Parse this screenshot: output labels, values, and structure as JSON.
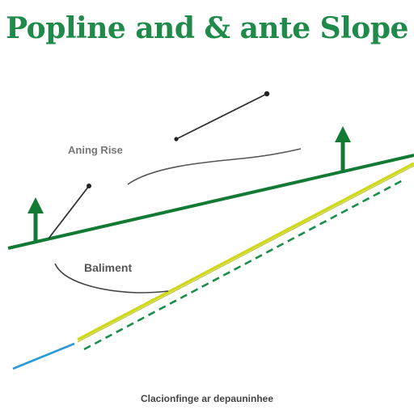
{
  "title": "Popline and & ante Slope",
  "labels": {
    "upper_annotation": "Aning Rise",
    "middle_annotation": "Baliment",
    "bottom_caption": "Clacionfinge ar depauninhee"
  },
  "colors": {
    "title": "#1f8a4a",
    "main_line": "#137a34",
    "yellow_line": "#cfd81a",
    "dashed_line": "#1a8f4a",
    "blue_segment": "#2a9bd8",
    "annotation_line": "#333333"
  }
}
